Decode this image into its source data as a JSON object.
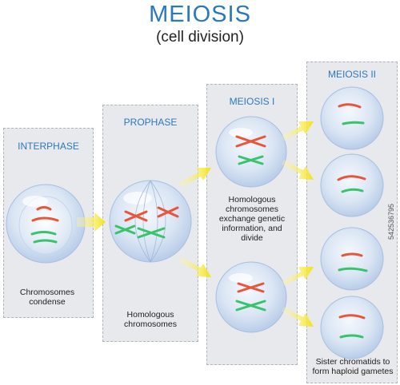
{
  "title": "MEIOSIS",
  "subtitle": "(cell division)",
  "stages": {
    "interphase": {
      "label": "INTERPHASE",
      "caption": "Chromosomes condense"
    },
    "prophase": {
      "label": "PROPHASE",
      "caption": "Homologous chromosomes"
    },
    "meiosis1": {
      "label": "MEIOSIS I",
      "caption": "Homologous chromosomes exchange genetic information, and divide"
    },
    "meiosis2": {
      "label": "MEIOSIS II",
      "caption": "Sister chromatids to form haploid gametes"
    }
  },
  "watermark": "542536795",
  "colors": {
    "title": "#2b78c2",
    "arrow": "#f2e21c",
    "chrom_red": "#e8553a",
    "chrom_green": "#39c36c",
    "cell": "#c9dcf2"
  }
}
